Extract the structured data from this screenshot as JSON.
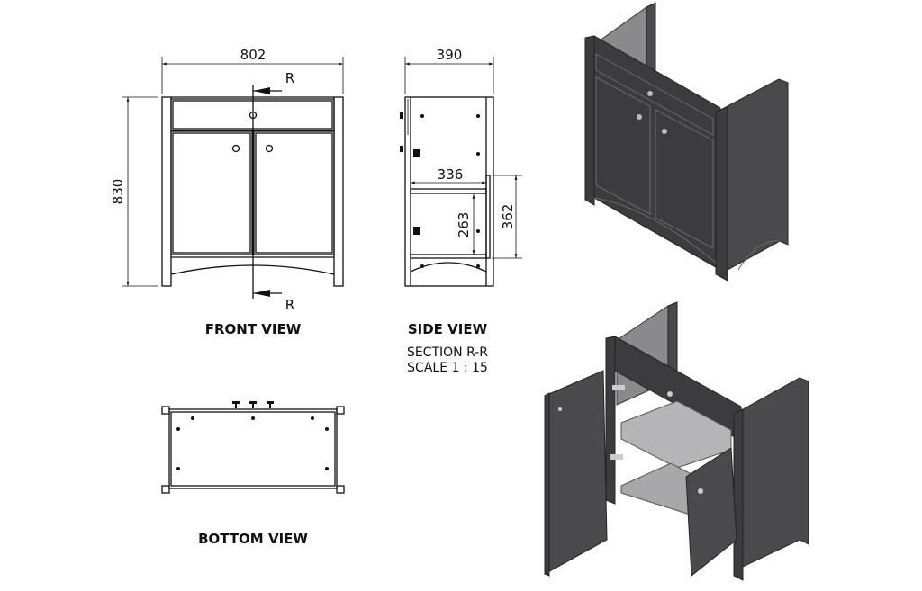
{
  "front_view": {
    "label": "FRONT VIEW",
    "width_dim": "802",
    "height_dim": "830",
    "section_mark": "R"
  },
  "side_view": {
    "label": "SIDE VIEW",
    "section": "SECTION R-R",
    "scale": "SCALE 1 : 15",
    "depth_dim": "390",
    "shelf_depth_dim": "336",
    "shelf_height_dim": "263",
    "back_height_dim": "362"
  },
  "bottom_view": {
    "label": "BOTTOM VIEW"
  }
}
